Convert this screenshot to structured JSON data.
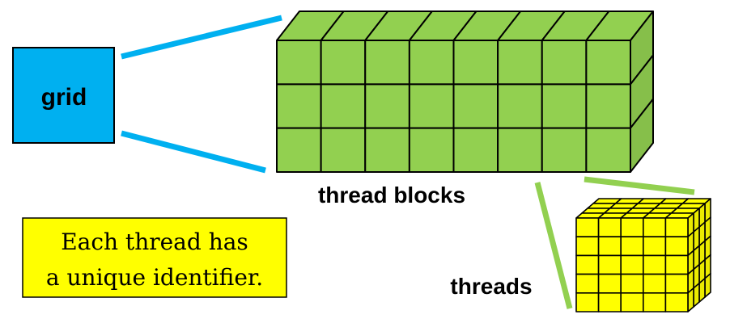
{
  "grid": {
    "label": "grid",
    "color": "#00b0f0"
  },
  "thread_blocks": {
    "label": "thread blocks",
    "color": "#92d050",
    "columns": 8,
    "rows": 3,
    "depth": 1
  },
  "threads": {
    "label": "threads",
    "color": "#ffff00",
    "columns": 5,
    "rows": 5,
    "depth": 4
  },
  "note": {
    "line1": "Each thread has",
    "line2": "a unique identifier.",
    "background": "#ffff00"
  },
  "connector_colors": {
    "grid_to_blocks": "#00b0f0",
    "blocks_to_threads": "#92d050"
  }
}
